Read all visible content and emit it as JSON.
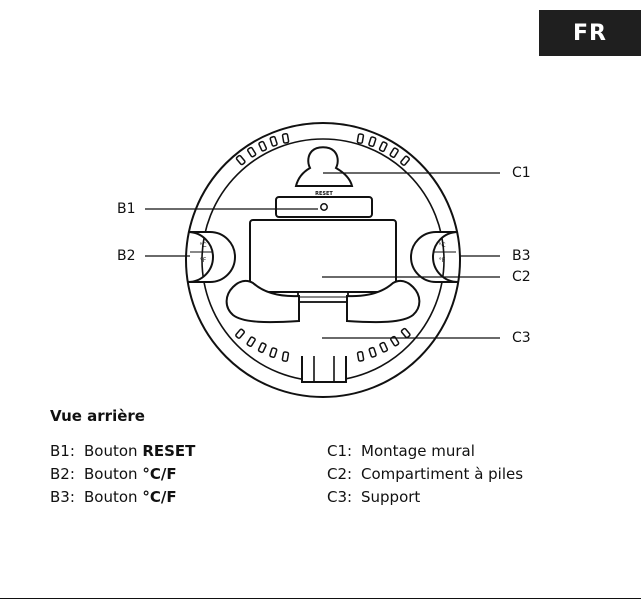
{
  "language_badge": "FR",
  "callouts": {
    "b1": "B1",
    "b2": "B2",
    "b3": "B3",
    "c1": "C1",
    "c2": "C2",
    "c3": "C3"
  },
  "device": {
    "reset_label": "RESET"
  },
  "section_title": "Vue arrière",
  "legend": {
    "b1": {
      "code": "B1:",
      "text": "Bouton",
      "bold": "RESET"
    },
    "b2": {
      "code": "B2:",
      "text": "Bouton",
      "bold": "°C/F"
    },
    "b3": {
      "code": "B3:",
      "text": "Bouton",
      "bold": "°C/F"
    },
    "c1": {
      "code": "C1:",
      "text": "Montage mural"
    },
    "c2": {
      "code": "C2:",
      "text": "Compartiment à piles"
    },
    "c3": {
      "code": "C3:",
      "text": "Support"
    }
  },
  "colors": {
    "ink": "#111111",
    "badge": "#1f1f1f",
    "background": "#ffffff"
  }
}
